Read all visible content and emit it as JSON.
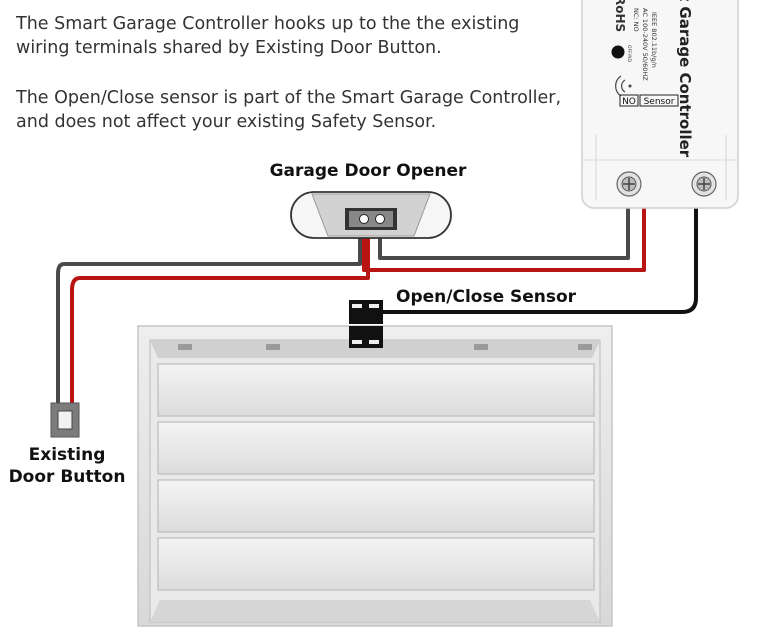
{
  "instructions": {
    "paragraph_1": "The Smart Garage Controller hooks up to the the existing\nwiring terminals shared by Existing Door Button.",
    "paragraph_2": "The Open/Close sensor is part of the Smart Garage Controller,\nand does not affect your existing Safety Sensor."
  },
  "labels": {
    "garage_door_opener": "Garage Door Opener",
    "open_close_sensor": "Open/Close Sensor",
    "existing_door_button": "Existing\nDoor Button"
  },
  "controller": {
    "title": "t Garage Controller",
    "rohs": "RoHS",
    "wifi_spec": "IEEE 802.11b/g/n",
    "power_spec": "AC 100-240V 50/60HZ",
    "nc_no": "NC: NO",
    "led_label": "OFF/ND",
    "terminal_no": "NO",
    "terminal_sensor": "Sensor"
  },
  "colors": {
    "wire_red": "#b81414",
    "wire_gray": "#4a4a4a",
    "wire_black": "#111111",
    "door_fill": "#e4e4e4",
    "controller_fill": "#f7f7f7"
  }
}
